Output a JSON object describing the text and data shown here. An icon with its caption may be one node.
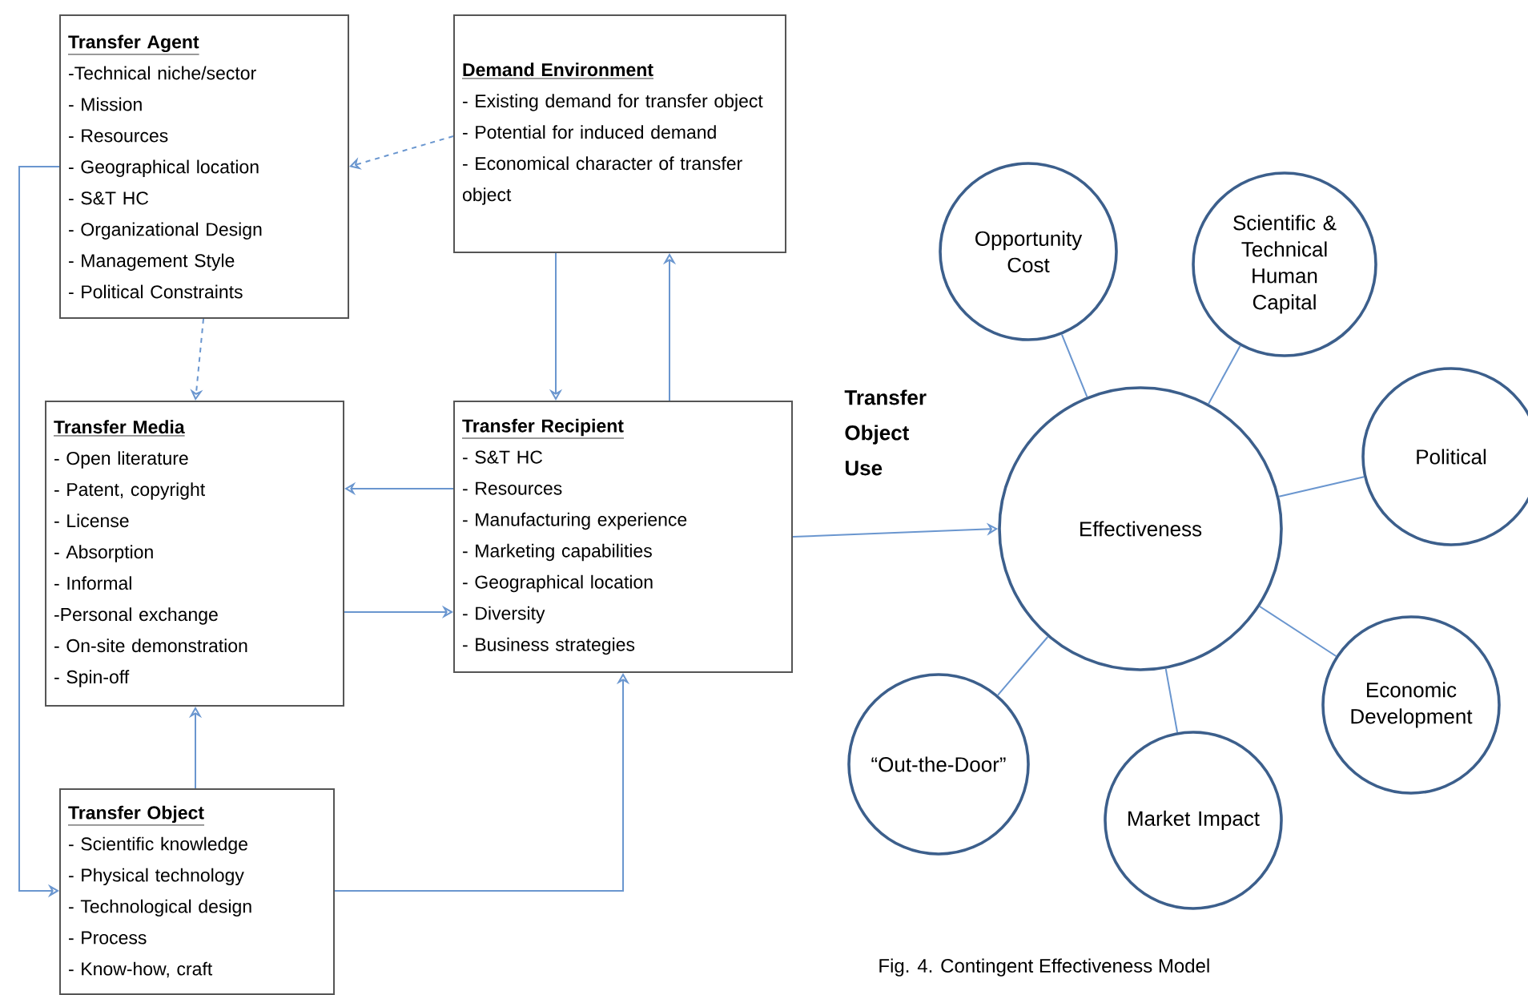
{
  "diagram": {
    "caption": "Fig. 4. Contingent Effectiveness Model",
    "nodes": [
      {
        "text": [
          "Transfer Agent",
          "-Technical niche/sector",
          "- Mission",
          "- Resources",
          "- Geographical location",
          "- S&T HC",
          "- Organizational Design",
          "- Management Style",
          "- Political Constraints"
        ]
      },
      {
        "text": [
          "Demand Environment",
          "- Existing demand for transfer object",
          "- Potential for induced demand",
          "- Economical character of transfer object"
        ]
      },
      {
        "text": [
          "Transfer Media",
          "- Open literature",
          "- Patent, copyright",
          "- License",
          "- Absorption",
          "- Informal",
          "-Personal exchange",
          "- On-site demonstration",
          "- Spin-off"
        ]
      },
      {
        "text": [
          "Transfer Recipient",
          "- S&T HC",
          "- Resources",
          "- Manufacturing experience",
          "- Marketing capabilities",
          "- Geographical location",
          "- Diversity",
          "- Business strategies"
        ]
      },
      {
        "text": [
          "Transfer Object",
          "- Scientific knowledge",
          "- Physical technology",
          "- Technological design",
          "- Process",
          "- Know-how, craft"
        ]
      },
      {
        "text": [
          "Effectiveness"
        ]
      },
      {
        "text": [
          "Opportunity Cost"
        ]
      },
      {
        "text": [
          "Scientific & Technical Human Capital"
        ]
      },
      {
        "text": [
          "Political"
        ]
      },
      {
        "text": [
          "Economic Development"
        ]
      },
      {
        "text": [
          "Market Impact"
        ]
      },
      {
        "text": [
          "“Out-the-Door”"
        ]
      }
    ],
    "edges": [
      {
        "from": 1,
        "to": 0,
        "arrow": "to",
        "style": "dashed"
      },
      {
        "from": 0,
        "to": 2,
        "arrow": "to",
        "style": "dashed"
      },
      {
        "from": 1,
        "to": 3,
        "arrow": "to"
      },
      {
        "from": 3,
        "to": 1,
        "arrow": "to"
      },
      {
        "from": 3,
        "to": 2,
        "arrow": "to"
      },
      {
        "from": 2,
        "to": 3,
        "arrow": "to"
      },
      {
        "from": 4,
        "to": 2,
        "arrow": "to"
      },
      {
        "from": 4,
        "to": 3,
        "arrow": "to"
      },
      {
        "from": 0,
        "to": 4,
        "arrow": "to"
      },
      {
        "from": 3,
        "to": 5,
        "arrow": "to",
        "label": "Transfer Object Use"
      },
      {
        "from": 5,
        "to": 6,
        "arrow": "none"
      },
      {
        "from": 5,
        "to": 7,
        "arrow": "none"
      },
      {
        "from": 5,
        "to": 8,
        "arrow": "none"
      },
      {
        "from": 5,
        "to": 9,
        "arrow": "none"
      },
      {
        "from": 5,
        "to": 10,
        "arrow": "none"
      },
      {
        "from": 5,
        "to": 11,
        "arrow": "none"
      }
    ]
  }
}
